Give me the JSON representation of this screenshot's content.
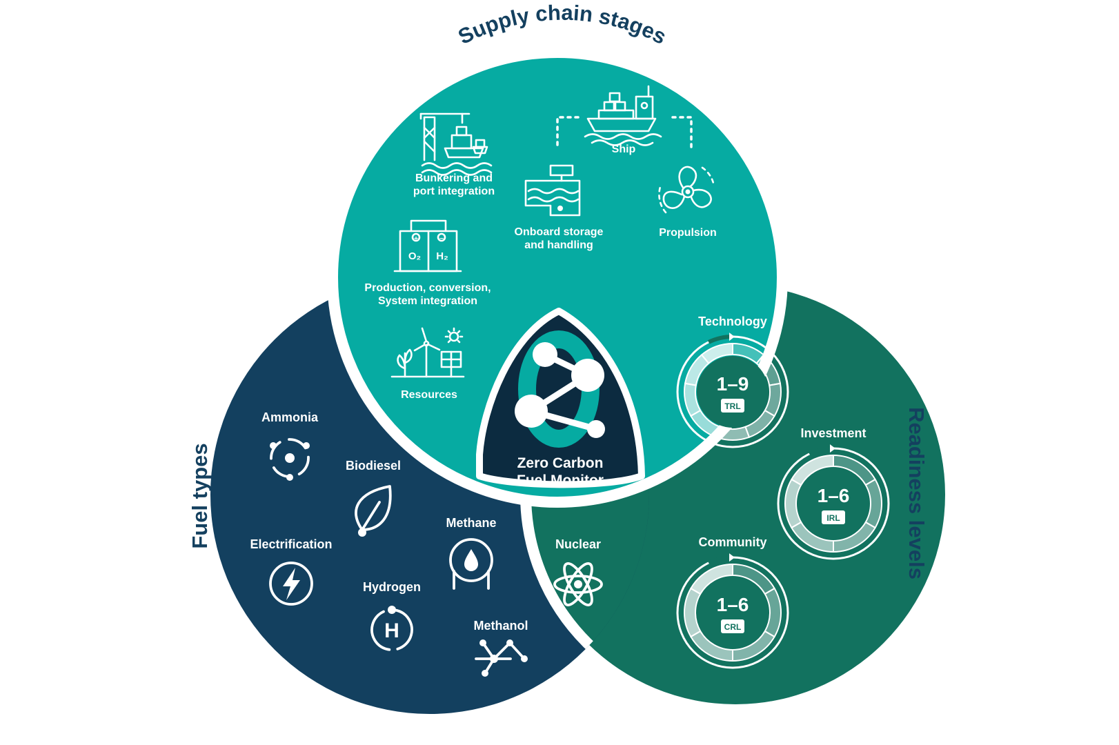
{
  "titles": {
    "supply_chain": "Supply chain stages",
    "fuel_types": "Fuel types",
    "readiness": "Readiness levels"
  },
  "center": {
    "line1": "Zero Carbon",
    "line2": "Fuel Monitor"
  },
  "supply_chain": {
    "ship": "Ship",
    "bunkering_line1": "Bunkering and",
    "bunkering_line2": "port integration",
    "storage_line1": "Onboard storage",
    "storage_line2": "and handling",
    "propulsion": "Propulsion",
    "production_line1": "Production, conversion,",
    "production_line2": "System integration",
    "resources": "Resources",
    "electrolyzer_o2": "O₂",
    "electrolyzer_h2": "H₂",
    "electrolyzer_plus": "+",
    "electrolyzer_minus": "−"
  },
  "fuel_types": {
    "ammonia": "Ammonia",
    "biodiesel": "Biodiesel",
    "electrification": "Electrification",
    "methane": "Methane",
    "nuclear": "Nuclear",
    "hydrogen": "Hydrogen",
    "hydrogen_symbol": "H",
    "methanol": "Methanol"
  },
  "readiness": {
    "technology": {
      "label": "Technology",
      "range": "1–9",
      "badge": "TRL"
    },
    "investment": {
      "label": "Investment",
      "range": "1–6",
      "badge": "IRL"
    },
    "community": {
      "label": "Community",
      "range": "1–6",
      "badge": "CRL"
    }
  },
  "colors": {
    "supply_chain": "#06aba2",
    "fuel_types": "#13405f",
    "readiness": "#12725f",
    "center": "#0c2b40",
    "title_text": "#14405f"
  }
}
